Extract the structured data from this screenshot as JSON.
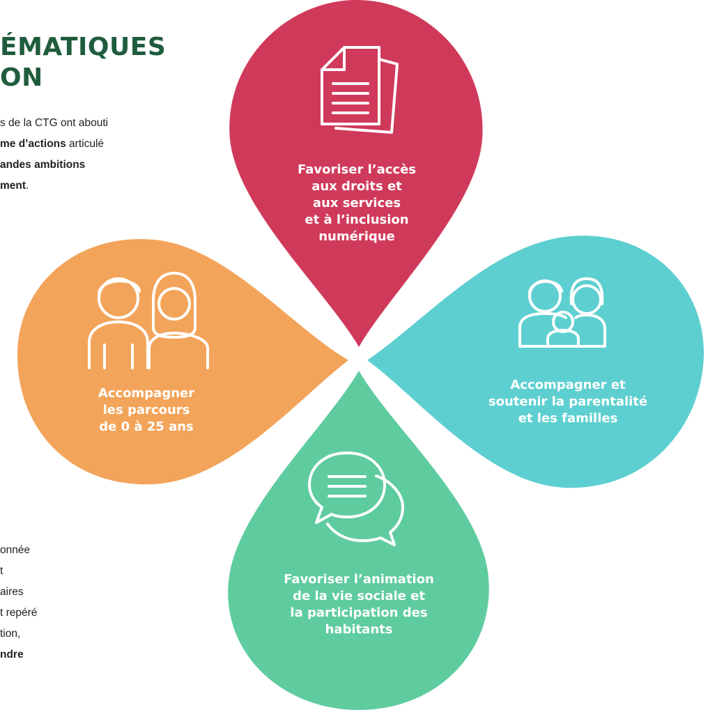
{
  "heading": {
    "line1": "ÉMATIQUES",
    "line2": "ON"
  },
  "intro": {
    "line1": "s de la CTG ont abouti",
    "line2_bold": "me d’actions",
    "line2_rest": " articulé",
    "line3_bold": "andes ambitions",
    "line4_bold": "ment",
    "line4_rest": "."
  },
  "lower_text": {
    "line1": "onnée",
    "line2": "t",
    "line3": "aires",
    "line4": "t repéré",
    "line5": "",
    "line6": "tion,",
    "line7": "",
    "line8_bold": "ndre"
  },
  "colors": {
    "heading": "#1f5c3d",
    "rights": "#d03a5a",
    "youth": "#f2a45a",
    "families": "#5ecfd0",
    "social": "#5fcca0"
  },
  "petals": [
    {
      "id": "rights",
      "icon": "document-icon",
      "lines": [
        "Favoriser l’accès",
        "aux droits et",
        "aux services",
        "et à l’inclusion",
        "numérique"
      ]
    },
    {
      "id": "youth",
      "icon": "young-people-icon",
      "lines": [
        "Accompagner",
        "les parcours",
        "de 0 à 25 ans"
      ]
    },
    {
      "id": "families",
      "icon": "family-icon",
      "lines": [
        "Accompagner et",
        "soutenir la parentalité",
        "et les familles"
      ]
    },
    {
      "id": "social",
      "icon": "chat-bubbles-icon",
      "lines": [
        "Favoriser l’animation",
        "de la vie sociale et",
        "la participation des",
        "habitants"
      ]
    }
  ]
}
